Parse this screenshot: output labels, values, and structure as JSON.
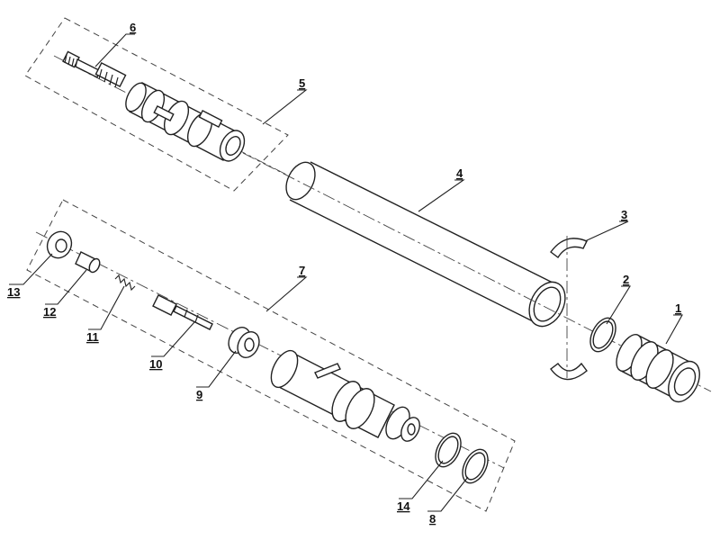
{
  "callouts": [
    {
      "id": "1",
      "text": "1"
    },
    {
      "id": "2",
      "text": "2"
    },
    {
      "id": "3",
      "text": "3"
    },
    {
      "id": "4",
      "text": "4"
    },
    {
      "id": "5",
      "text": "5"
    },
    {
      "id": "6",
      "text": "6"
    },
    {
      "id": "7",
      "text": "7"
    },
    {
      "id": "8",
      "text": "8"
    },
    {
      "id": "9",
      "text": "9"
    },
    {
      "id": "10",
      "text": "10"
    },
    {
      "id": "11",
      "text": "11"
    },
    {
      "id": "12",
      "text": "12"
    },
    {
      "id": "13",
      "text": "13"
    },
    {
      "id": "14",
      "text": "14"
    }
  ],
  "colors": {
    "line": "#222222",
    "background": "#ffffff"
  }
}
